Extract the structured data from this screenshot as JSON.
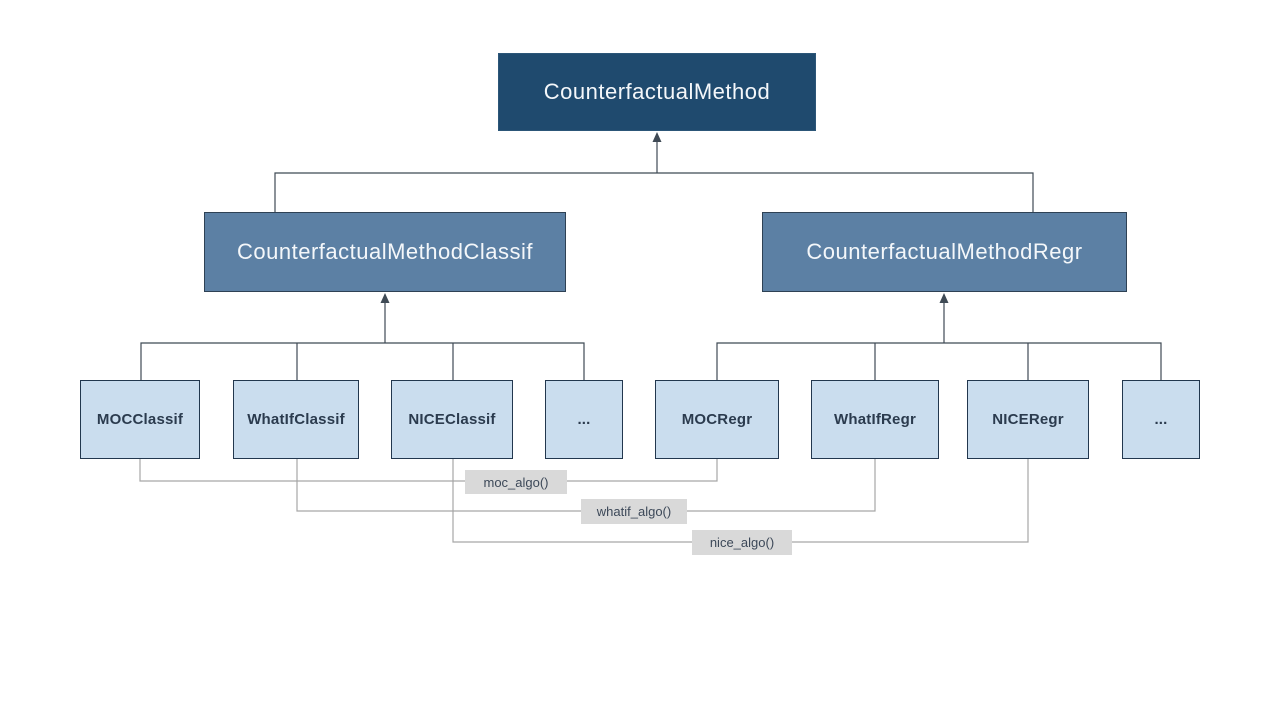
{
  "diagram": {
    "root": {
      "label": "CounterfactualMethod"
    },
    "subclasses": [
      {
        "label": "CounterfactualMethodClassif"
      },
      {
        "label": "CounterfactualMethodRegr"
      }
    ],
    "leaf_classes": [
      {
        "label": "MOCClassif"
      },
      {
        "label": "WhatIfClassif"
      },
      {
        "label": "NICEClassif"
      },
      {
        "label": "..."
      },
      {
        "label": "MOCRegr"
      },
      {
        "label": "WhatIfRegr"
      },
      {
        "label": "NICERegr"
      },
      {
        "label": "..."
      }
    ],
    "method_labels": [
      {
        "label": "moc_algo()"
      },
      {
        "label": "whatif_algo()"
      },
      {
        "label": "nice_algo()"
      }
    ],
    "colors": {
      "root_fill": "#1F4A6E",
      "subclass_fill": "#5C80A4",
      "leaf_fill": "#CADDEE",
      "leaf_border": "#22374E",
      "tree_line": "#3F4A55",
      "method_line": "#A6A6A6",
      "method_label_bg": "#D9D9D9",
      "background": "#FFFFFF"
    }
  }
}
